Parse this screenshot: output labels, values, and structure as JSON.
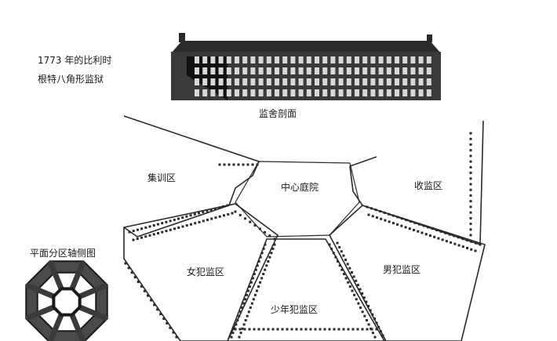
{
  "caption": {
    "line1": "1773 年的比利时",
    "line2": "根特八角形监狱"
  },
  "elevation_label": "监舍剖面",
  "axonometric_label": "平面分区轴侧图",
  "zones": {
    "training": "集训区",
    "center": "中心庭院",
    "receiving": "收监区",
    "female": "女犯监区",
    "male": "男犯监区",
    "juvenile": "少年犯监区"
  },
  "colors": {
    "ink": "#1a1a1a",
    "paper": "#ffffff"
  }
}
